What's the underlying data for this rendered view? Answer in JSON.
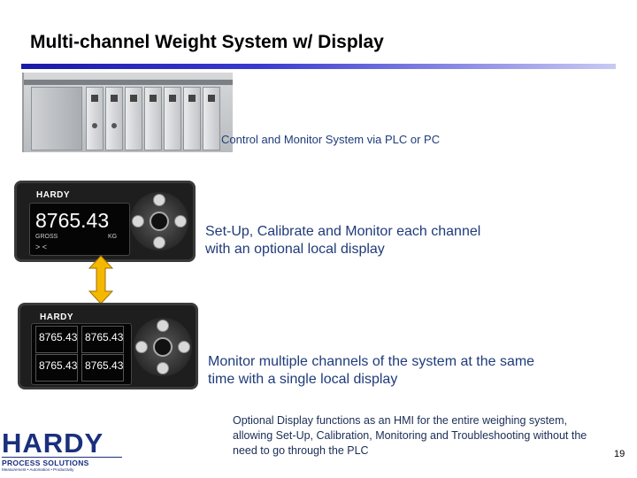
{
  "slide": {
    "title": "Multi-channel Weight System w/ Display",
    "page_number": "19"
  },
  "captions": {
    "control": "Control and Monitor System via PLC or PC",
    "setup": "Set-Up, Calibrate and Monitor each channel with an optional local display",
    "monitor": "Monitor multiple channels of the system at the same time with a single local display",
    "optional": "Optional Display functions as an HMI for the entire weighing system, allowing Set-Up, Calibration, Monitoring and Troubleshooting without the need to go through the PLC"
  },
  "single_display": {
    "brand": "HARDY",
    "reading": "8765.43",
    "mode": "GROSS",
    "unit": "KG",
    "indicator": "> <"
  },
  "multi_display": {
    "brand": "HARDY",
    "readings": [
      "8765.43",
      "8765.43",
      "8765.43",
      "8765.43"
    ]
  },
  "logo": {
    "name": "HARDY",
    "subtitle": "PROCESS SOLUTIONS",
    "tagline": "Measurement • Automation • Productivity"
  },
  "colors": {
    "accent": "#1a1aa8",
    "caption": "#1f3b7a",
    "arrow": "#f5b800"
  }
}
